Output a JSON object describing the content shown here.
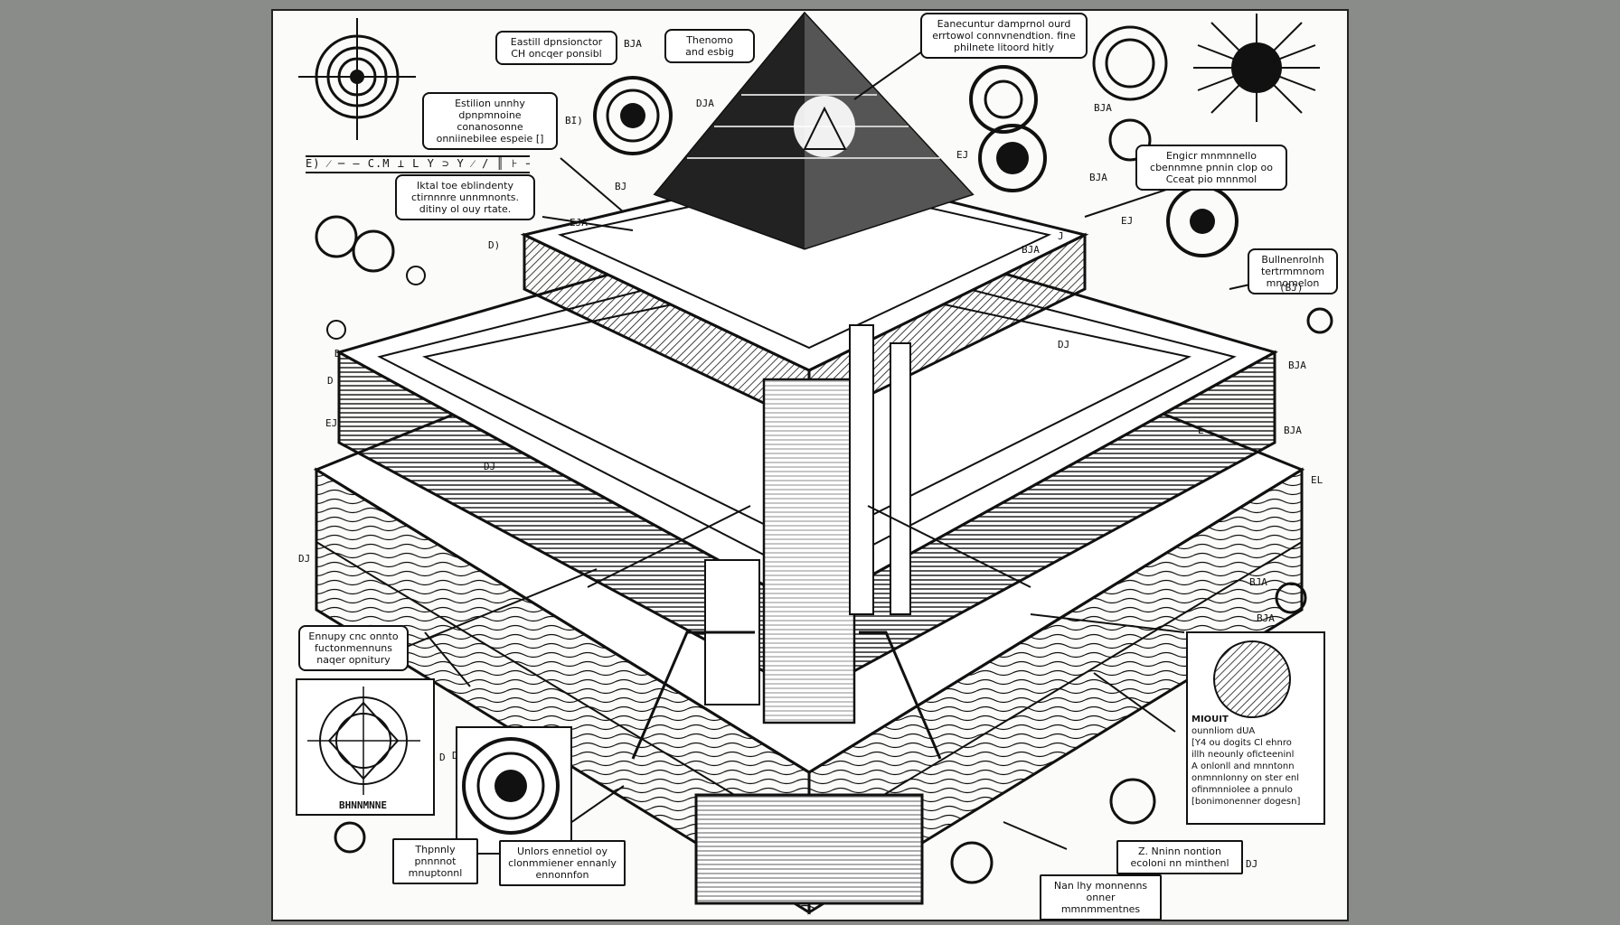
{
  "diagram": {
    "banner": "E) ⁄ ─ ‒ C.M ⊥ L Y ⊃ Y ⁄ / ║ ⊦ ⊣ U",
    "callouts": [
      {
        "id": "c1",
        "lines": [
          "Eastill dpnsionctor",
          "CH oncqer ponsibl"
        ]
      },
      {
        "id": "c2",
        "lines": [
          "Thenomo",
          "and esbig"
        ]
      },
      {
        "id": "c3",
        "lines": [
          "Eanecuntur damprnol ourd",
          "errtowol connvnendtion. fine",
          "philnete litoord hitly"
        ]
      },
      {
        "id": "c4",
        "lines": [
          "Estilion unnhy",
          "dpnpmnoine conanosonne",
          "onniinebilee espeie []"
        ]
      },
      {
        "id": "c5",
        "lines": [
          "Iktal toe eblindenty",
          "ctirnnnre unnmnonts.",
          "ditiny ol ouy rtate."
        ]
      },
      {
        "id": "c6",
        "lines": [
          "Engicr mnmnnello",
          "cbennmne pnnin clop oo",
          "Cceat pio mnnmol"
        ]
      },
      {
        "id": "c7",
        "lines": [
          "Bullnenrolnh",
          "tertrmmnom",
          "mnomelon"
        ]
      },
      {
        "id": "c8",
        "lines": [
          "Ennupy cnc onnto",
          "fuctonmennuns",
          "naqer opnitury"
        ]
      },
      {
        "id": "c9",
        "lines": [
          "Thpnnly",
          "pnnnnot",
          "mnuptonnl"
        ]
      },
      {
        "id": "c10",
        "lines": [
          "Unlors ennetiol oy",
          "clonmmiener ennanly",
          "ennonnfon"
        ]
      },
      {
        "id": "c11",
        "lines": [
          "Z. Nninn nontion",
          "ecoloni nn minthenl"
        ]
      },
      {
        "id": "c12",
        "lines": [
          "Nan lhy monnenns",
          "onner mmnmmentnes"
        ]
      }
    ],
    "side_panel": {
      "title": "MIOUIT",
      "lines": [
        "ounnliom dUA",
        "[Y4 ou dogits Cl ehnro",
        "illh neounly oficteeninl",
        "A onlonll and mnntonn",
        "onmnnlonny on ster enl",
        "ofinmnniolee a pnnulo",
        "[bonimonenner dogesn]"
      ]
    },
    "compass_box": {
      "caption": "BHNNMNNE"
    },
    "small_codes": [
      "BJA",
      "DJA",
      "D)",
      "BI)",
      "BJA",
      "BJA",
      "D",
      "(BJ)",
      "EJ",
      "BJ",
      "EL",
      "BJA",
      "BJA",
      "DJ",
      "EJ",
      "D",
      "E",
      "DJ",
      "DJ",
      "BJA",
      "BJA",
      "EJ",
      "D",
      "DJ",
      "BJA",
      "EJA",
      "J",
      "D"
    ]
  }
}
